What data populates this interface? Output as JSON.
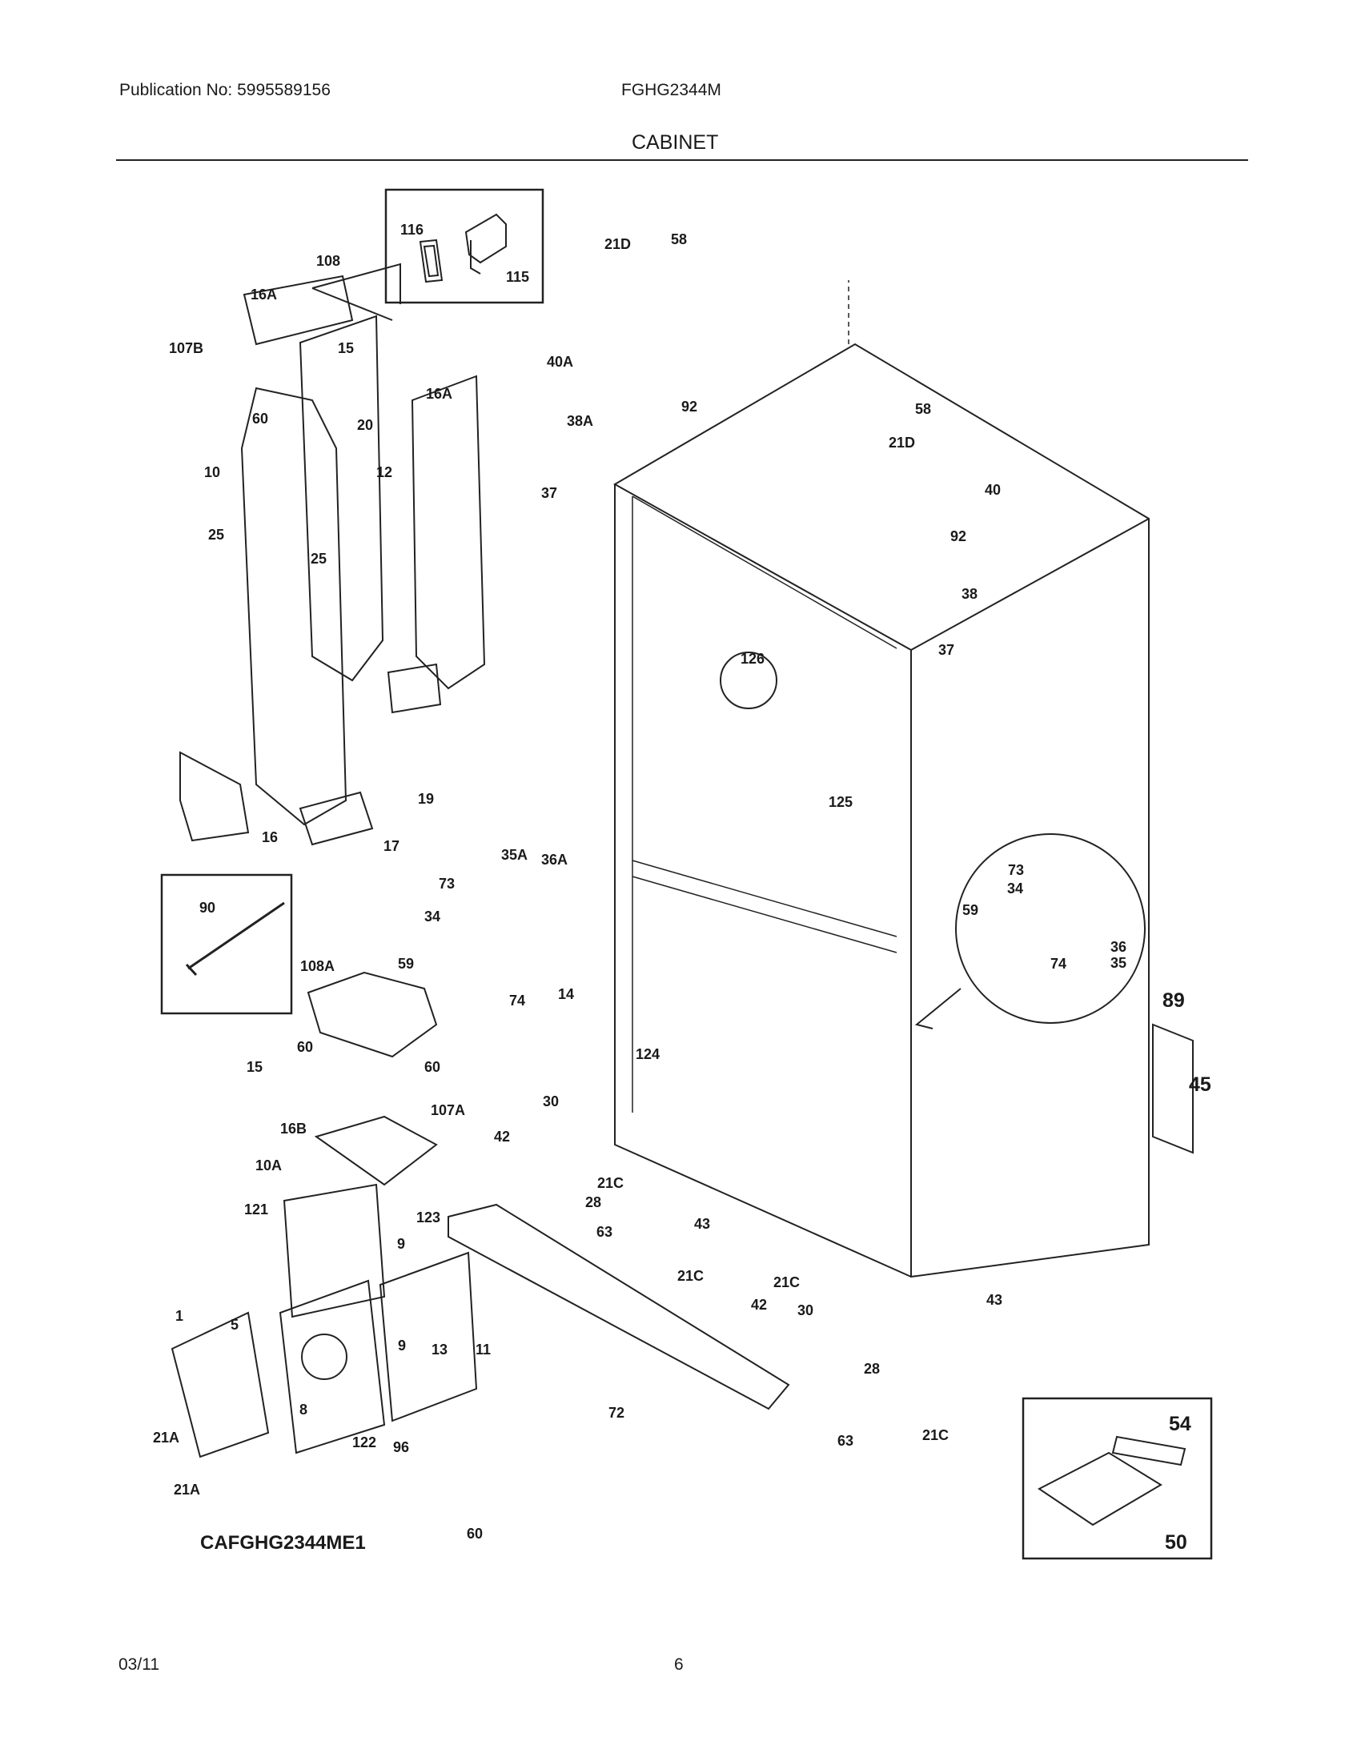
{
  "header": {
    "publication": "Publication No: 5995589156",
    "model": "FGHG2344M",
    "section": "CABINET"
  },
  "diagram": {
    "reference_code": "CAFGHG2344ME1",
    "callouts": {
      "c116": "116",
      "c115": "115",
      "c108": "108",
      "c16A_top": "16A",
      "c107B": "107B",
      "c15_top": "15",
      "c16A_right": "16A",
      "c60_top": "60",
      "c20": "20",
      "c12": "12",
      "c10": "10",
      "c25_left": "25",
      "c25_mid": "25",
      "c19": "19",
      "c16": "16",
      "c17": "17",
      "c21D_top": "21D",
      "c58_top": "58",
      "c40A": "40A",
      "c92_top": "92",
      "c38A": "38A",
      "c37_left": "37",
      "c58_right": "58",
      "c21D_right": "21D",
      "c40": "40",
      "c92_right": "92",
      "c38": "38",
      "c37_right": "37",
      "c126": "126",
      "c125": "125",
      "c73_mid": "73",
      "c35A": "35A",
      "c36A": "36A",
      "c34_mid": "34",
      "c59_mid": "59",
      "c74_mid": "74",
      "c14": "14",
      "c73_det": "73",
      "c34_det": "34",
      "c59_det": "59",
      "c36_det": "36",
      "c74_det": "74",
      "c35_det": "35",
      "c89": "89",
      "c45": "45",
      "c90": "90",
      "c108A": "108A",
      "c60_a": "60",
      "c60_b": "60",
      "c15_low": "15",
      "c16B": "16B",
      "c107A": "107A",
      "c124": "124",
      "c30_left": "30",
      "c42_left": "42",
      "c21C_a": "21C",
      "c28_left": "28",
      "c63_left": "63",
      "c43_left": "43",
      "c21C_b": "21C",
      "c10A": "10A",
      "c121": "121",
      "c123": "123",
      "c9_a": "9",
      "c1": "1",
      "c5": "5",
      "c9_b": "9",
      "c13": "13",
      "c11": "11",
      "c8": "8",
      "c21A_a": "21A",
      "c122": "122",
      "c96": "96",
      "c21A_b": "21A",
      "c72": "72",
      "c60_bottom": "60",
      "c21C_c": "21C",
      "c42_right": "42",
      "c30_right": "30",
      "c43_right": "43",
      "c28_right": "28",
      "c63_right": "63",
      "c21C_d": "21C",
      "c54": "54",
      "c50": "50"
    }
  },
  "footer": {
    "date": "03/11",
    "page": "6"
  }
}
